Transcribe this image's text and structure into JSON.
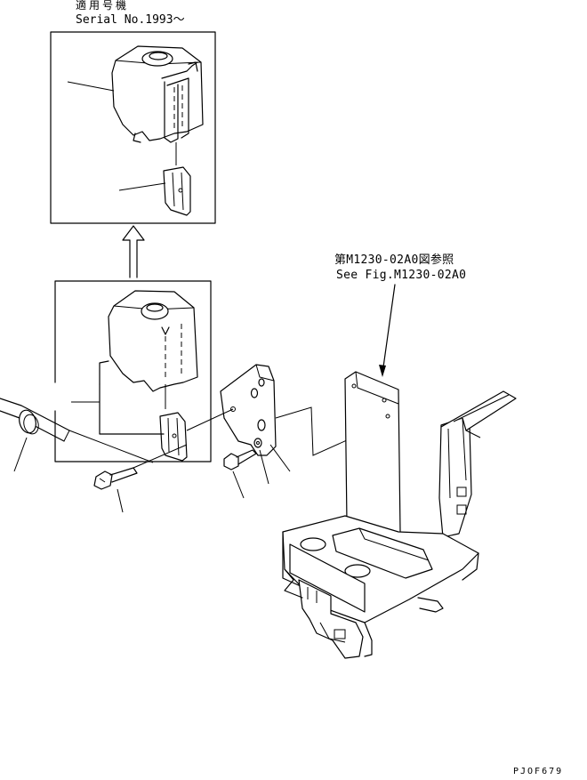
{
  "applicable_models": {
    "heading": "適用号機",
    "serial": "Serial No.1993～"
  },
  "reference": {
    "jp": "第M1230-02A0図参照",
    "en": "See Fig.M1230-02A0"
  },
  "drawing_code": "PJOF679"
}
